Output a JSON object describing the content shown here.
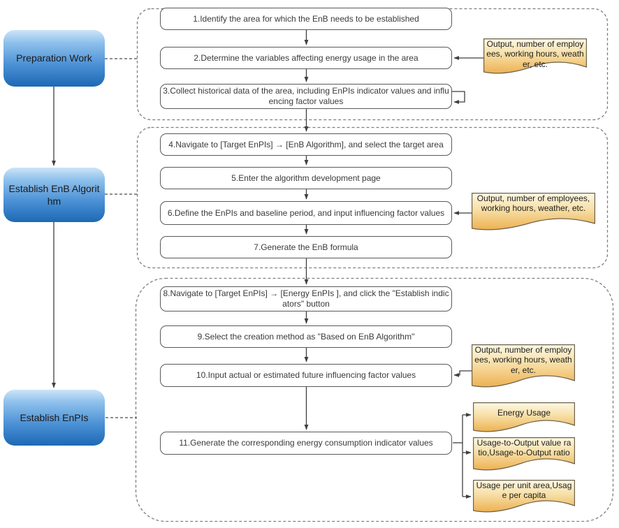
{
  "phases": [
    {
      "label": "Preparation Work"
    },
    {
      "label": "Establish EnB Algorithm"
    },
    {
      "label": "Establish EnPIs"
    }
  ],
  "steps": [
    {
      "label": "1.Identify the area for which the EnB needs to be established"
    },
    {
      "label": "2.Determine the variables affecting energy usage in the area"
    },
    {
      "label": "3.Collect historical data of the area, including EnPIs indicator values and influencing factor values"
    },
    {
      "label": "4.Navigate to [Target EnPIs] → [EnB Algorithm], and select the target area"
    },
    {
      "label": "5.Enter the algorithm development page"
    },
    {
      "label": "6.Define the EnPIs and baseline period, and input influencing factor values"
    },
    {
      "label": "7.Generate the EnB formula"
    },
    {
      "label": "8.Navigate to [Target EnPIs] → [Energy EnPIs ], and click the \"Establish indicators\" button"
    },
    {
      "label": "9.Select the creation method as \"Based on EnB Algorithm\""
    },
    {
      "label": "10.Input actual or estimated future influencing factor values"
    },
    {
      "label": "11.Generate the corresponding energy consumption indicator values"
    }
  ],
  "callouts": [
    {
      "label": "Output, number of employees, working hours, weather, etc."
    },
    {
      "label": "Output, number of employees, working hours, weather, etc."
    },
    {
      "label": "Output, number of employees, working hours, weather, etc."
    }
  ],
  "outputs": [
    {
      "label": "Energy Usage"
    },
    {
      "label": "Usage-to-Output value ratio,Usage-to-Output ratio"
    },
    {
      "label": "Usage per unit area,Usage per capita"
    }
  ],
  "colors": {
    "phase_gradient_top": "#cde5f8",
    "phase_gradient_bottom": "#1d69b4",
    "doc_gradient_top": "#fdf8e4",
    "doc_gradient_bottom": "#edb152",
    "line": "#3f3f3f",
    "container_border": "#7f7f7f",
    "box_border": "#595959"
  }
}
